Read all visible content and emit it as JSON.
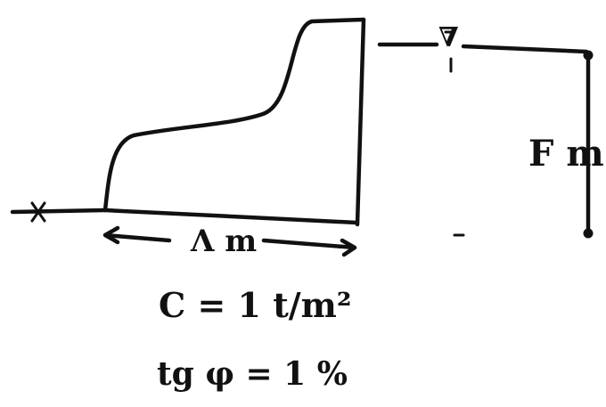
{
  "diagram": {
    "width_label": "Λ m",
    "height_label": "F m",
    "water_symbol": "∇",
    "cohesion_text": "C = 1 t/m²",
    "friction_text": "tg φ = 1 %",
    "ink_color": "#111111",
    "background_color": "#ffffff"
  }
}
